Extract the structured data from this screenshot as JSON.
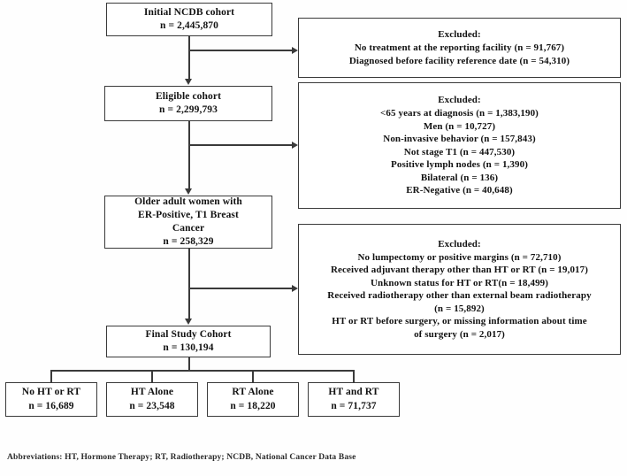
{
  "figure": {
    "type": "flowchart",
    "title": "Study cohort selection flow diagram"
  },
  "main_flow": [
    {
      "id": "initial-cohort",
      "lines": [
        "Initial NCDB cohort",
        "n = 2,445,870"
      ]
    },
    {
      "id": "eligible-cohort",
      "lines": [
        "Eligible cohort",
        "n = 2,299,793"
      ]
    },
    {
      "id": "older-adult-women",
      "lines": [
        "Older adult women with",
        "ER-Positive, T1 Breast",
        "Cancer",
        "n = 258,329"
      ]
    },
    {
      "id": "final-study-cohort",
      "lines": [
        "Final Study Cohort",
        "n = 130,194"
      ]
    }
  ],
  "exclusions": [
    {
      "id": "exclusion-1",
      "header": "Excluded:",
      "lines": [
        "No treatment at the reporting facility  (n = 91,767)",
        "Diagnosed before facility reference date (n = 54,310)"
      ]
    },
    {
      "id": "exclusion-2",
      "header": "Excluded:",
      "lines": [
        "<65 years at diagnosis (n = 1,383,190)",
        "Men (n = 10,727)",
        "Non-invasive behavior (n = 157,843)",
        "Not stage T1 (n = 447,530)",
        "Positive lymph nodes (n = 1,390)",
        "Bilateral  (n = 136)",
        "ER-Negative  (n = 40,648)"
      ]
    },
    {
      "id": "exclusion-3",
      "header": "Excluded:",
      "lines": [
        "No lumpectomy or positive margins (n = 72,710)",
        "Received adjuvant therapy other than HT or RT (n = 19,017)",
        "Unknown status for HT or RT(n = 18,499)",
        "Received radiotherapy other than external beam radiotherapy",
        "(n = 15,892)",
        "HT or RT before surgery, or missing information about time",
        "of surgery (n = 2,017)"
      ]
    }
  ],
  "outcomes": [
    {
      "id": "no-ht-or-rt",
      "lines": [
        "No HT or RT",
        "n = 16,689"
      ]
    },
    {
      "id": "ht-alone",
      "lines": [
        "HT Alone",
        "n = 23,548"
      ]
    },
    {
      "id": "rt-alone",
      "lines": [
        "RT Alone",
        "n = 18,220"
      ]
    },
    {
      "id": "ht-and-rt",
      "lines": [
        "HT and RT",
        "n = 71,737"
      ]
    }
  ],
  "footnote": {
    "text": "Abbreviations:  HT, Hormone Therapy;  RT, Radiotherapy;  NCDB, National Cancer Data Base"
  },
  "colors": {
    "stroke": "#3a3a3a",
    "text": "#121212",
    "background": "#ffffff"
  }
}
